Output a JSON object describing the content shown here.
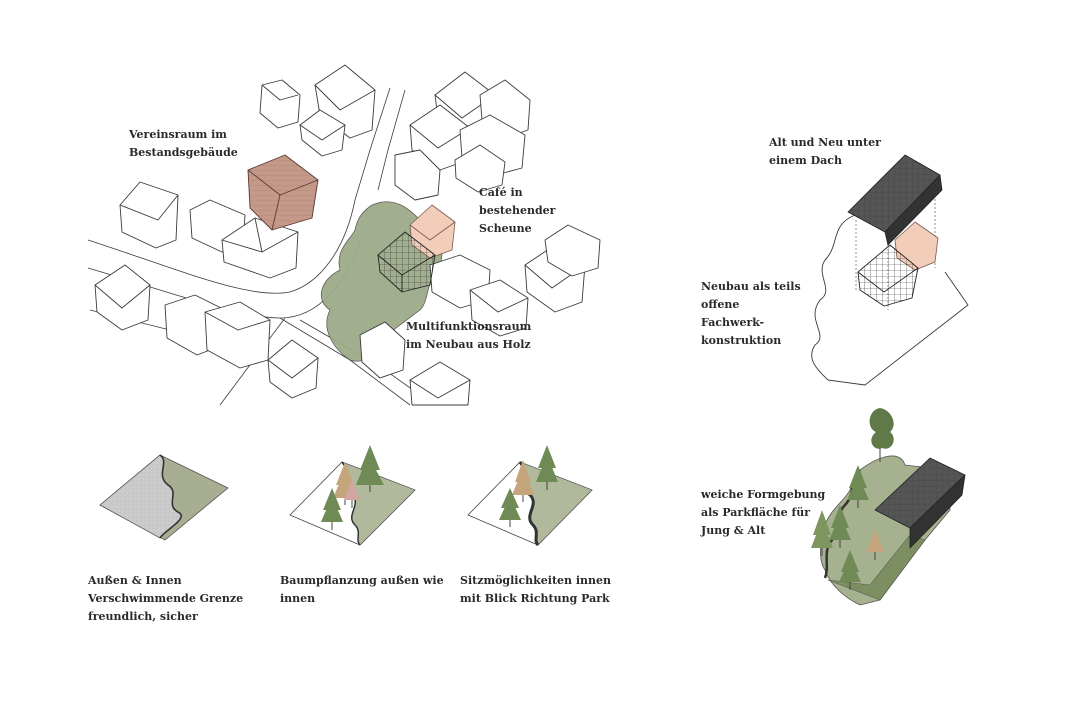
{
  "labels": {
    "vereinsraum": [
      "Vereinsraum im",
      "Bestandsgebäude"
    ],
    "cafe": [
      "Café in",
      "bestehender",
      "Scheune"
    ],
    "multifunktion": [
      "Multifunktionsraum",
      "im Neubau aus Holz"
    ],
    "alt_neu": [
      "Alt und Neu unter",
      "einem Dach"
    ],
    "neubau": [
      "Neubau als teils",
      "offene",
      "Fachwerk-",
      "konstruktion"
    ],
    "grenze": [
      "Außen & Innen",
      "Verschwimmende Grenze",
      "freundlich, sicher"
    ],
    "baum": [
      "Baumpflanzung außen wie",
      "innen"
    ],
    "sitz": [
      "Sitzmöglichkeiten innen",
      "mit Blick Richtung Park"
    ],
    "formgebung": [
      "weiche Formgebung",
      "als Parkfläche für",
      "Jung & Alt"
    ]
  },
  "colors": {
    "line": "#3a3a3a",
    "park_green": "#9aa884",
    "paving_grey": "#c9c9c9",
    "brick_roof": "#c9998a",
    "wood_pink": "#f0cbb8",
    "tree_green": "#6f8a55",
    "tree_autumn": "#c2a878",
    "roof_dark": "#4a4a4a"
  },
  "icons": [
    "tree-icon",
    "building-icon",
    "roof-icon"
  ]
}
